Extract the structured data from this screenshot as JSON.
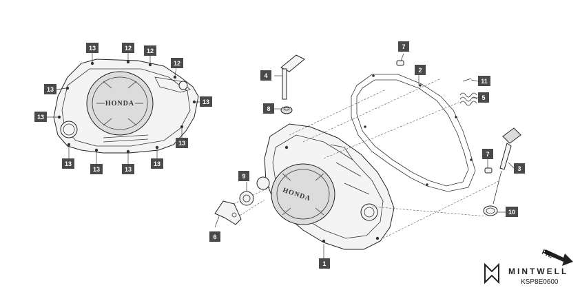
{
  "callouts": {
    "c1": "1",
    "c2": "2",
    "c3": "3",
    "c4": "4",
    "c5": "5",
    "c6": "6",
    "c7a": "7",
    "c7b": "7",
    "c8": "8",
    "c9": "9",
    "c10": "10",
    "c11": "11",
    "c12a": "12",
    "c12b": "12",
    "c12c": "12",
    "c13a": "13",
    "c13b": "13",
    "c13c": "13",
    "c13d": "13",
    "c13e": "13",
    "c13f": "13",
    "c13g": "13",
    "c13h": "13"
  },
  "cover_logo_left": "HONDA",
  "cover_logo_right": "HONDA",
  "brand_name": "MINTWELL",
  "diagram_code": "KSP8E0600",
  "front_label": "FR."
}
